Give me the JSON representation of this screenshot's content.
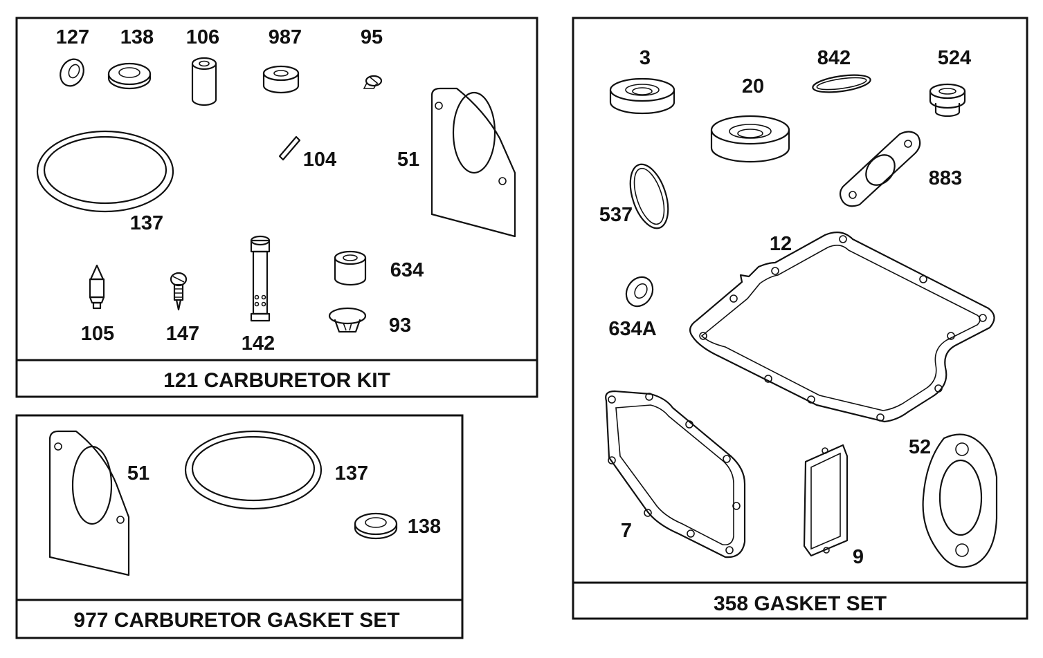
{
  "colors": {
    "ink": "#111111",
    "paper": "#ffffff"
  },
  "panels": {
    "carb_kit": {
      "title": "121 CARBURETOR KIT",
      "labels": {
        "p127": "127",
        "p138": "138",
        "p106": "106",
        "p987": "987",
        "p95": "95",
        "p104": "104",
        "p51": "51",
        "p137": "137",
        "p634": "634",
        "p93": "93",
        "p105": "105",
        "p147": "147",
        "p142": "142"
      }
    },
    "carb_gasket": {
      "title": "977 CARBURETOR GASKET SET",
      "labels": {
        "p51": "51",
        "p137": "137",
        "p138": "138"
      }
    },
    "gasket_set": {
      "title": "358 GASKET SET",
      "labels": {
        "p3": "3",
        "p20": "20",
        "p842": "842",
        "p524": "524",
        "p537": "537",
        "p883": "883",
        "p12": "12",
        "p634a": "634A",
        "p7": "7",
        "p9": "9",
        "p52": "52"
      }
    }
  }
}
